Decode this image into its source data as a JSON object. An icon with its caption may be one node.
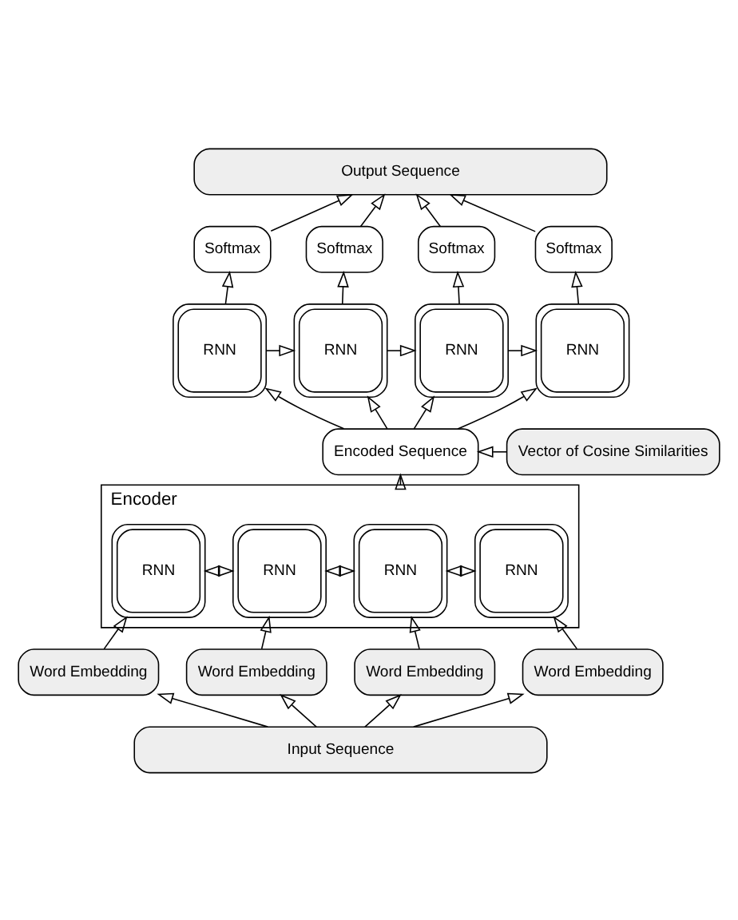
{
  "diagram": {
    "nodes": [
      {
        "text": [
          "Output Sequence"
        ]
      },
      {
        "text": [
          "Softmax"
        ]
      },
      {
        "text": [
          "Softmax"
        ]
      },
      {
        "text": [
          "Softmax"
        ]
      },
      {
        "text": [
          "Softmax"
        ]
      },
      {
        "text": [
          "RNN"
        ]
      },
      {
        "text": [
          "RNN"
        ]
      },
      {
        "text": [
          "RNN"
        ]
      },
      {
        "text": [
          "RNN"
        ]
      },
      {
        "text": [
          "Encoded Sequence"
        ]
      },
      {
        "text": [
          "Vector of Cosine Similarities"
        ]
      },
      {
        "text": [
          "Encoder"
        ]
      },
      {
        "text": [
          "RNN"
        ],
        "in": 11
      },
      {
        "text": [
          "RNN"
        ],
        "in": 11
      },
      {
        "text": [
          "RNN"
        ],
        "in": 11
      },
      {
        "text": [
          "RNN"
        ],
        "in": 11
      },
      {
        "text": [
          "Word Embedding"
        ]
      },
      {
        "text": [
          "Word Embedding"
        ]
      },
      {
        "text": [
          "Word Embedding"
        ]
      },
      {
        "text": [
          "Word Embedding"
        ]
      },
      {
        "text": [
          "Input Sequence"
        ]
      }
    ],
    "edges": [
      {
        "from": 1,
        "to": 0,
        "arrow": "to"
      },
      {
        "from": 2,
        "to": 0,
        "arrow": "to"
      },
      {
        "from": 3,
        "to": 0,
        "arrow": "to"
      },
      {
        "from": 4,
        "to": 0,
        "arrow": "to"
      },
      {
        "from": 5,
        "to": 1,
        "arrow": "to"
      },
      {
        "from": 6,
        "to": 2,
        "arrow": "to"
      },
      {
        "from": 7,
        "to": 3,
        "arrow": "to"
      },
      {
        "from": 8,
        "to": 4,
        "arrow": "to"
      },
      {
        "from": 5,
        "to": 6,
        "arrow": "to"
      },
      {
        "from": 6,
        "to": 7,
        "arrow": "to"
      },
      {
        "from": 7,
        "to": 8,
        "arrow": "to"
      },
      {
        "from": 9,
        "to": 5,
        "arrow": "to"
      },
      {
        "from": 9,
        "to": 6,
        "arrow": "to"
      },
      {
        "from": 9,
        "to": 7,
        "arrow": "to"
      },
      {
        "from": 9,
        "to": 8,
        "arrow": "to"
      },
      {
        "from": 10,
        "to": 9,
        "arrow": "to"
      },
      {
        "from": 11,
        "to": 9,
        "arrow": "to"
      },
      {
        "from": 12,
        "to": 13,
        "arrow": "both"
      },
      {
        "from": 13,
        "to": 14,
        "arrow": "both"
      },
      {
        "from": 14,
        "to": 15,
        "arrow": "both"
      },
      {
        "from": 16,
        "to": 12,
        "arrow": "to"
      },
      {
        "from": 17,
        "to": 13,
        "arrow": "to"
      },
      {
        "from": 18,
        "to": 14,
        "arrow": "to"
      },
      {
        "from": 19,
        "to": 15,
        "arrow": "to"
      },
      {
        "from": 20,
        "to": 16,
        "arrow": "to"
      },
      {
        "from": 20,
        "to": 17,
        "arrow": "to"
      },
      {
        "from": 20,
        "to": 18,
        "arrow": "to"
      },
      {
        "from": 20,
        "to": 19,
        "arrow": "to"
      }
    ]
  }
}
